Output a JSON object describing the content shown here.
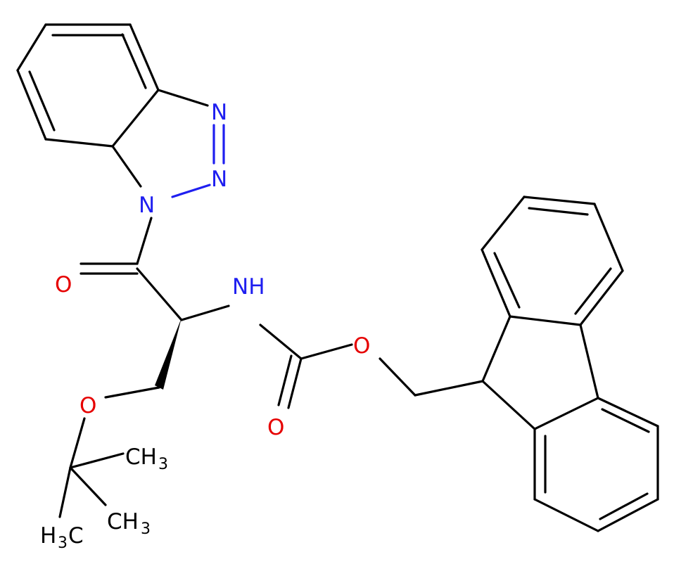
{
  "colors": {
    "background": "#ffffff",
    "bond": "#000000",
    "nitrogen": "#1f1ff0",
    "oxygen": "#e60000",
    "carbon_label": "#000000"
  },
  "atoms": {
    "n_triazole_top": "N",
    "n_triazole_mid": "N",
    "n_triazole_bottom": "N",
    "o_carbonyl_left": "O",
    "nh": "NH",
    "o_ester": "O",
    "o_carbamate": "O",
    "o_ether": "O",
    "ch3_upper": {
      "main": "CH",
      "sub": "3"
    },
    "ch3_lower_right": {
      "main": "CH",
      "sub": "3"
    },
    "ch3_lower_left": {
      "main": "H",
      "sub": "3",
      "tail": "C"
    }
  }
}
